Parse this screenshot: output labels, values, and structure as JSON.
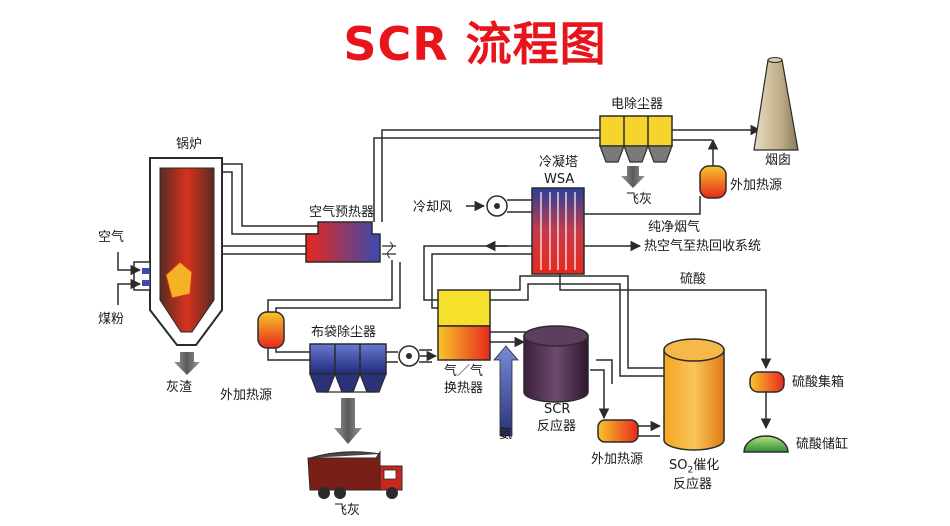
{
  "title": "SCR 流程图",
  "labels": {
    "boiler": "锅炉",
    "air": "空气",
    "coal": "煤粉",
    "ash": "灰渣",
    "air_preheater": "空气预热器",
    "heater1": "外加热源",
    "bag_filter": "布袋除尘器",
    "fly_ash_truck": "飞灰",
    "gas_exchanger_l1": "气／气",
    "gas_exchanger_l2": "换热器",
    "ammonia": "氨",
    "scr_l1": "SCR",
    "scr_l2": "反应器",
    "heater2": "外加热源",
    "so2_l1_a": "SO",
    "so2_l1_sub": "2",
    "so2_l1_b": "催化",
    "so2_l2": "反应器",
    "cooling_air": "冷却风",
    "wsa_l1": "冷凝塔",
    "wsa_l2": "WSA",
    "clean_gas": "纯净烟气",
    "hot_air": "热空气至热回收系统",
    "acid": "硫酸",
    "esp": "电除尘器",
    "fly_ash_esp": "飞灰",
    "heater3": "外加热源",
    "chimney": "烟囱",
    "acid_tank": "硫酸集箱",
    "acid_storage": "硫酸储缸"
  },
  "colors": {
    "title": "#e8141c",
    "pipe": "#2b2b2b",
    "hot": "#e8281c",
    "warm": "#f5a623",
    "blue": "#3a3f8f",
    "purple": "#4a2c4f",
    "orange": "#f28a1c",
    "green": "#4caf50"
  }
}
